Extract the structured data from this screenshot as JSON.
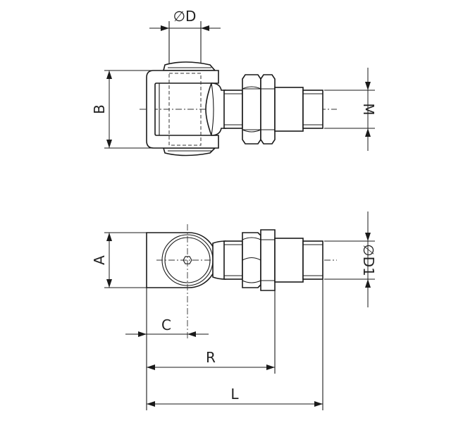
{
  "labels": {
    "d": "∅D",
    "b": "B",
    "m": "M",
    "a": "A",
    "d1": "∅D1",
    "c": "C",
    "r": "R",
    "l": "L"
  },
  "colors": {
    "line": "#1a1a1a",
    "background": "#ffffff"
  }
}
